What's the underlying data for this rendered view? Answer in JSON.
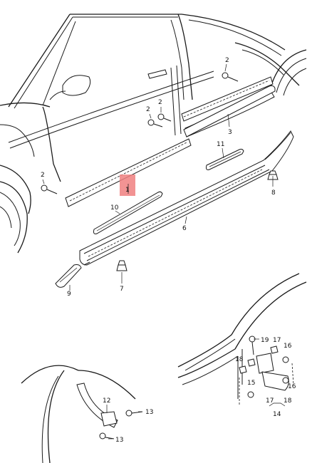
{
  "diagram": {
    "highlight_color": "#f08080",
    "callouts": {
      "c1": "1",
      "c2a": "2",
      "c2b": "2",
      "c2c": "2",
      "c2d": "2",
      "c3": "3",
      "c6": "6",
      "c7": "7",
      "c8": "8",
      "c9": "9",
      "c10": "10",
      "c11": "11",
      "c12": "12",
      "c13a": "13",
      "c13b": "13",
      "c14": "14",
      "c15": "15",
      "c16a": "16",
      "c16b": "16",
      "c17a": "17",
      "c17b": "17",
      "c18a": "18",
      "c18b": "18",
      "c19": "19"
    }
  }
}
